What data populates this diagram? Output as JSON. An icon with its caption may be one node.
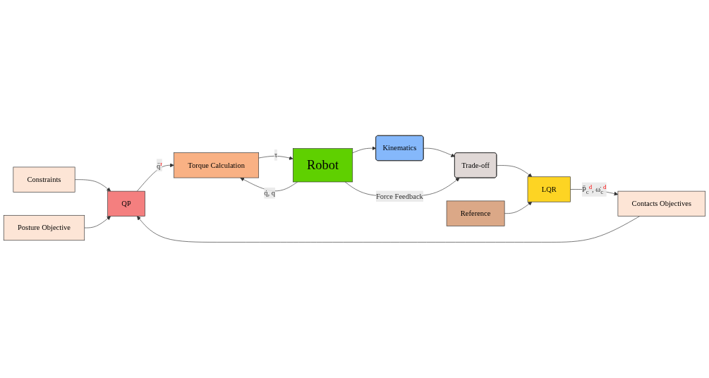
{
  "diagram": {
    "nodes": [
      {
        "text": [
          "Constraints"
        ]
      },
      {
        "text": [
          "Posture Objective"
        ]
      },
      {
        "text": [
          "Contacts Objectives"
        ]
      },
      {
        "text": [
          "QP"
        ]
      },
      {
        "text": [
          "Torque Calculation"
        ]
      },
      {
        "text": [
          "Robot"
        ]
      },
      {
        "text": [
          "Kinematics"
        ]
      },
      {
        "text": [
          "Reference"
        ]
      },
      {
        "text": [
          "LQR"
        ]
      },
      {
        "text": [
          "Trade-off"
        ]
      }
    ],
    "edges": [
      {
        "from": 0,
        "to": 3,
        "arrow": "to"
      },
      {
        "from": 1,
        "to": 3,
        "arrow": "to"
      },
      {
        "from": 2,
        "to": 3,
        "arrow": "to"
      },
      {
        "from": 3,
        "to": 4,
        "arrow": "to",
        "label": "q̈$^{r}$"
      },
      {
        "from": 4,
        "to": 5,
        "arrow": "to",
        "label": "τ"
      },
      {
        "from": 5,
        "to": 4,
        "arrow": "to",
        "label": "q̇, q"
      },
      {
        "from": 5,
        "to": 6,
        "arrow": "to"
      },
      {
        "from": 6,
        "to": 9,
        "arrow": "to"
      },
      {
        "from": 5,
        "to": 9,
        "arrow": "to",
        "label": "Force Feedback"
      },
      {
        "from": 9,
        "to": 8,
        "arrow": "to"
      },
      {
        "from": 7,
        "to": 8,
        "arrow": "to"
      },
      {
        "from": 8,
        "to": 2,
        "arrow": "to",
        "label": "P̈$_{c}$$^{d}$, ω̇$_{c}$$^{d}$"
      }
    ]
  }
}
